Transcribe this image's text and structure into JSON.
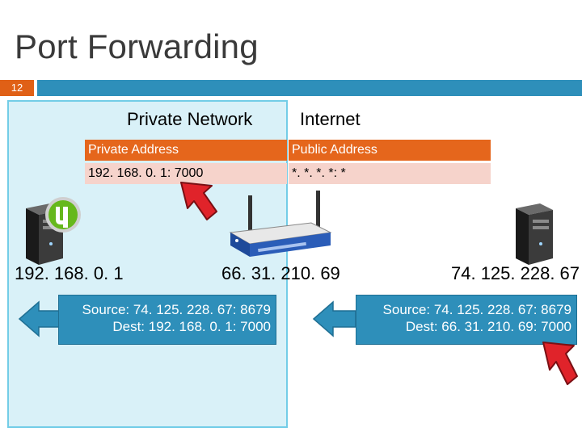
{
  "slide": {
    "title": "Port Forwarding",
    "number": "12"
  },
  "zones": {
    "private": "Private Network",
    "internet": "Internet"
  },
  "nat_table": {
    "headers": [
      "Private Address",
      "Public Address"
    ],
    "row": [
      "192. 168. 0. 1: 7000",
      "*. *. *. *: *"
    ]
  },
  "hosts": {
    "client_ip": "192. 168. 0. 1",
    "router_ip": "66. 31. 210. 69",
    "server_ip": "74. 125. 228. 67"
  },
  "messages": {
    "inner": {
      "source": "Source: 74. 125. 228. 67: 8679",
      "dest": "Dest: 192. 168. 0. 1: 7000"
    },
    "outer": {
      "source": "Source: 74. 125. 228. 67: 8679",
      "dest": "Dest: 66. 31. 210. 69: 7000"
    }
  },
  "colors": {
    "accent_orange": "#e06016",
    "accent_blue": "#2e8fba",
    "private_zone_fill": "#d9f1f8",
    "table_header": "#e5661c",
    "table_row": "#f6d3cb",
    "pointer_arrow": "#e0232a"
  },
  "icons": [
    "server-tower-icon",
    "utorrent-logo-icon",
    "wireless-router-icon",
    "red-pointer-arrow-icon",
    "blue-left-arrow-icon"
  ]
}
